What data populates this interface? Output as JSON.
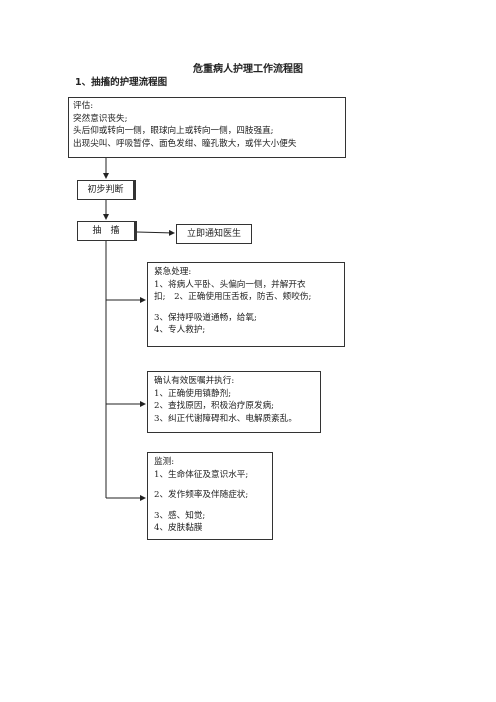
{
  "title": "危重病人护理工作流程图",
  "subtitle": "1、抽搐的护理流程图",
  "assessment": {
    "lines": [
      "评估:",
      "突然意识丧失;",
      "头后仰或转向一侧，眼球向上或转向一侧，四肢强直;",
      "出现尖叫、呼吸暂停、面色发绀、瞳孔散大，或伴大小便失"
    ]
  },
  "initial_judgment": "初步判断",
  "seizure": "抽　搐",
  "notify_doctor": "立即通知医生",
  "emergency": {
    "lines": [
      "紧急处理:",
      "1、将病人平卧、头偏向一侧，并解开衣",
      "扣;　2、正确使用压舌板，防舌、颊咬伤;",
      "3、保持呼吸道通畅，给氧;",
      "4、专人救护;"
    ]
  },
  "orders": {
    "lines": [
      "确认有效医嘱并执行:",
      "1、正确使用镇静剂;",
      "2、查找原因，积极治疗原发病;",
      "3、纠正代谢障碍和水、电解质紊乱。"
    ]
  },
  "monitoring": {
    "lines": [
      "监测:",
      "1、生命体征及意识水平;",
      "2、发作频率及伴随症状;",
      "3、感、知觉;",
      "4、皮肤黏膜"
    ]
  }
}
